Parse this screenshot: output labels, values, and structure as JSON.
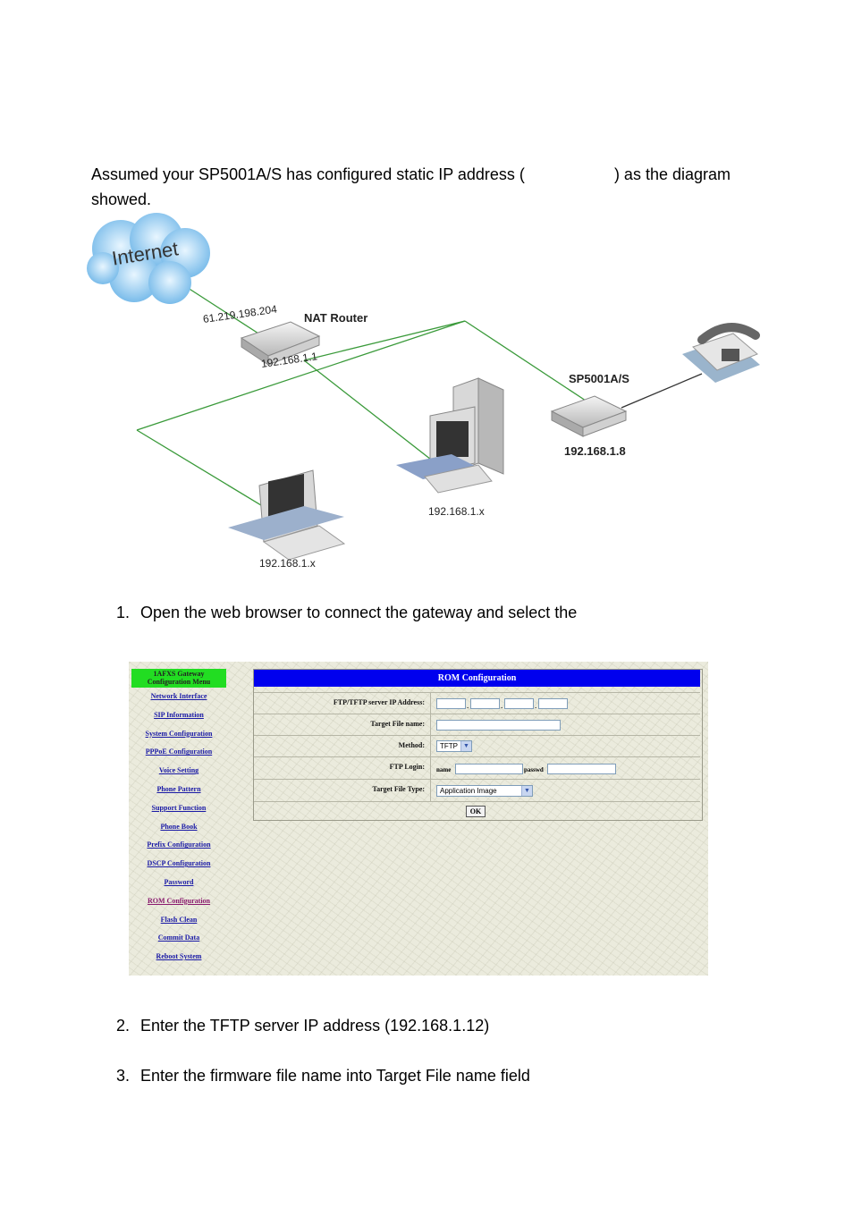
{
  "intro": {
    "before": "Assumed your SP5001A/S has configured static IP address (",
    "after": ") as the diagram showed."
  },
  "diagram": {
    "internet_label": "Internet",
    "wan_ip": "61.219.198.204",
    "router_label": "NAT Router",
    "router_lan_ip": "192.168.1.1",
    "device_label": "SP5001A/S",
    "device_ip": "192.168.1.8",
    "desktop_ip": "192.168.1.x",
    "laptop_ip": "192.168.1.x"
  },
  "steps": [
    {
      "num": "1.",
      "text": "Open the web browser to connect the gateway and select the"
    },
    {
      "num": "2.",
      "text": "Enter the TFTP server IP address (192.168.1.12)"
    },
    {
      "num": "3.",
      "text": "Enter the firmware file name into Target File name field"
    }
  ],
  "screenshot": {
    "menu_header": "1AFXS Gateway Configuration Menu",
    "menu": [
      "Network Interface",
      "SIP Information",
      "System Configuration",
      "PPPoE Configuration",
      "Voice Setting",
      "Phone Pattern",
      "Support Function",
      "Phone Book",
      "Prefix Configuration",
      "DSCP Configuration",
      "Password",
      "ROM Configuration",
      "Flash Clean",
      "Commit Data",
      "Reboot System"
    ],
    "active_menu": "ROM Configuration",
    "panel_title": "ROM Configuration",
    "fields": {
      "ftp_ip_label": "FTP/TFTP server IP Address:",
      "target_file_label": "Target File name:",
      "method_label": "Method:",
      "method_value": "TFTP",
      "ftp_login_label": "FTP Login:",
      "name_label": "name",
      "passwd_label": "passwd",
      "target_type_label": "Target File Type:",
      "target_type_value": "Application Image"
    },
    "ok_label": "OK"
  }
}
